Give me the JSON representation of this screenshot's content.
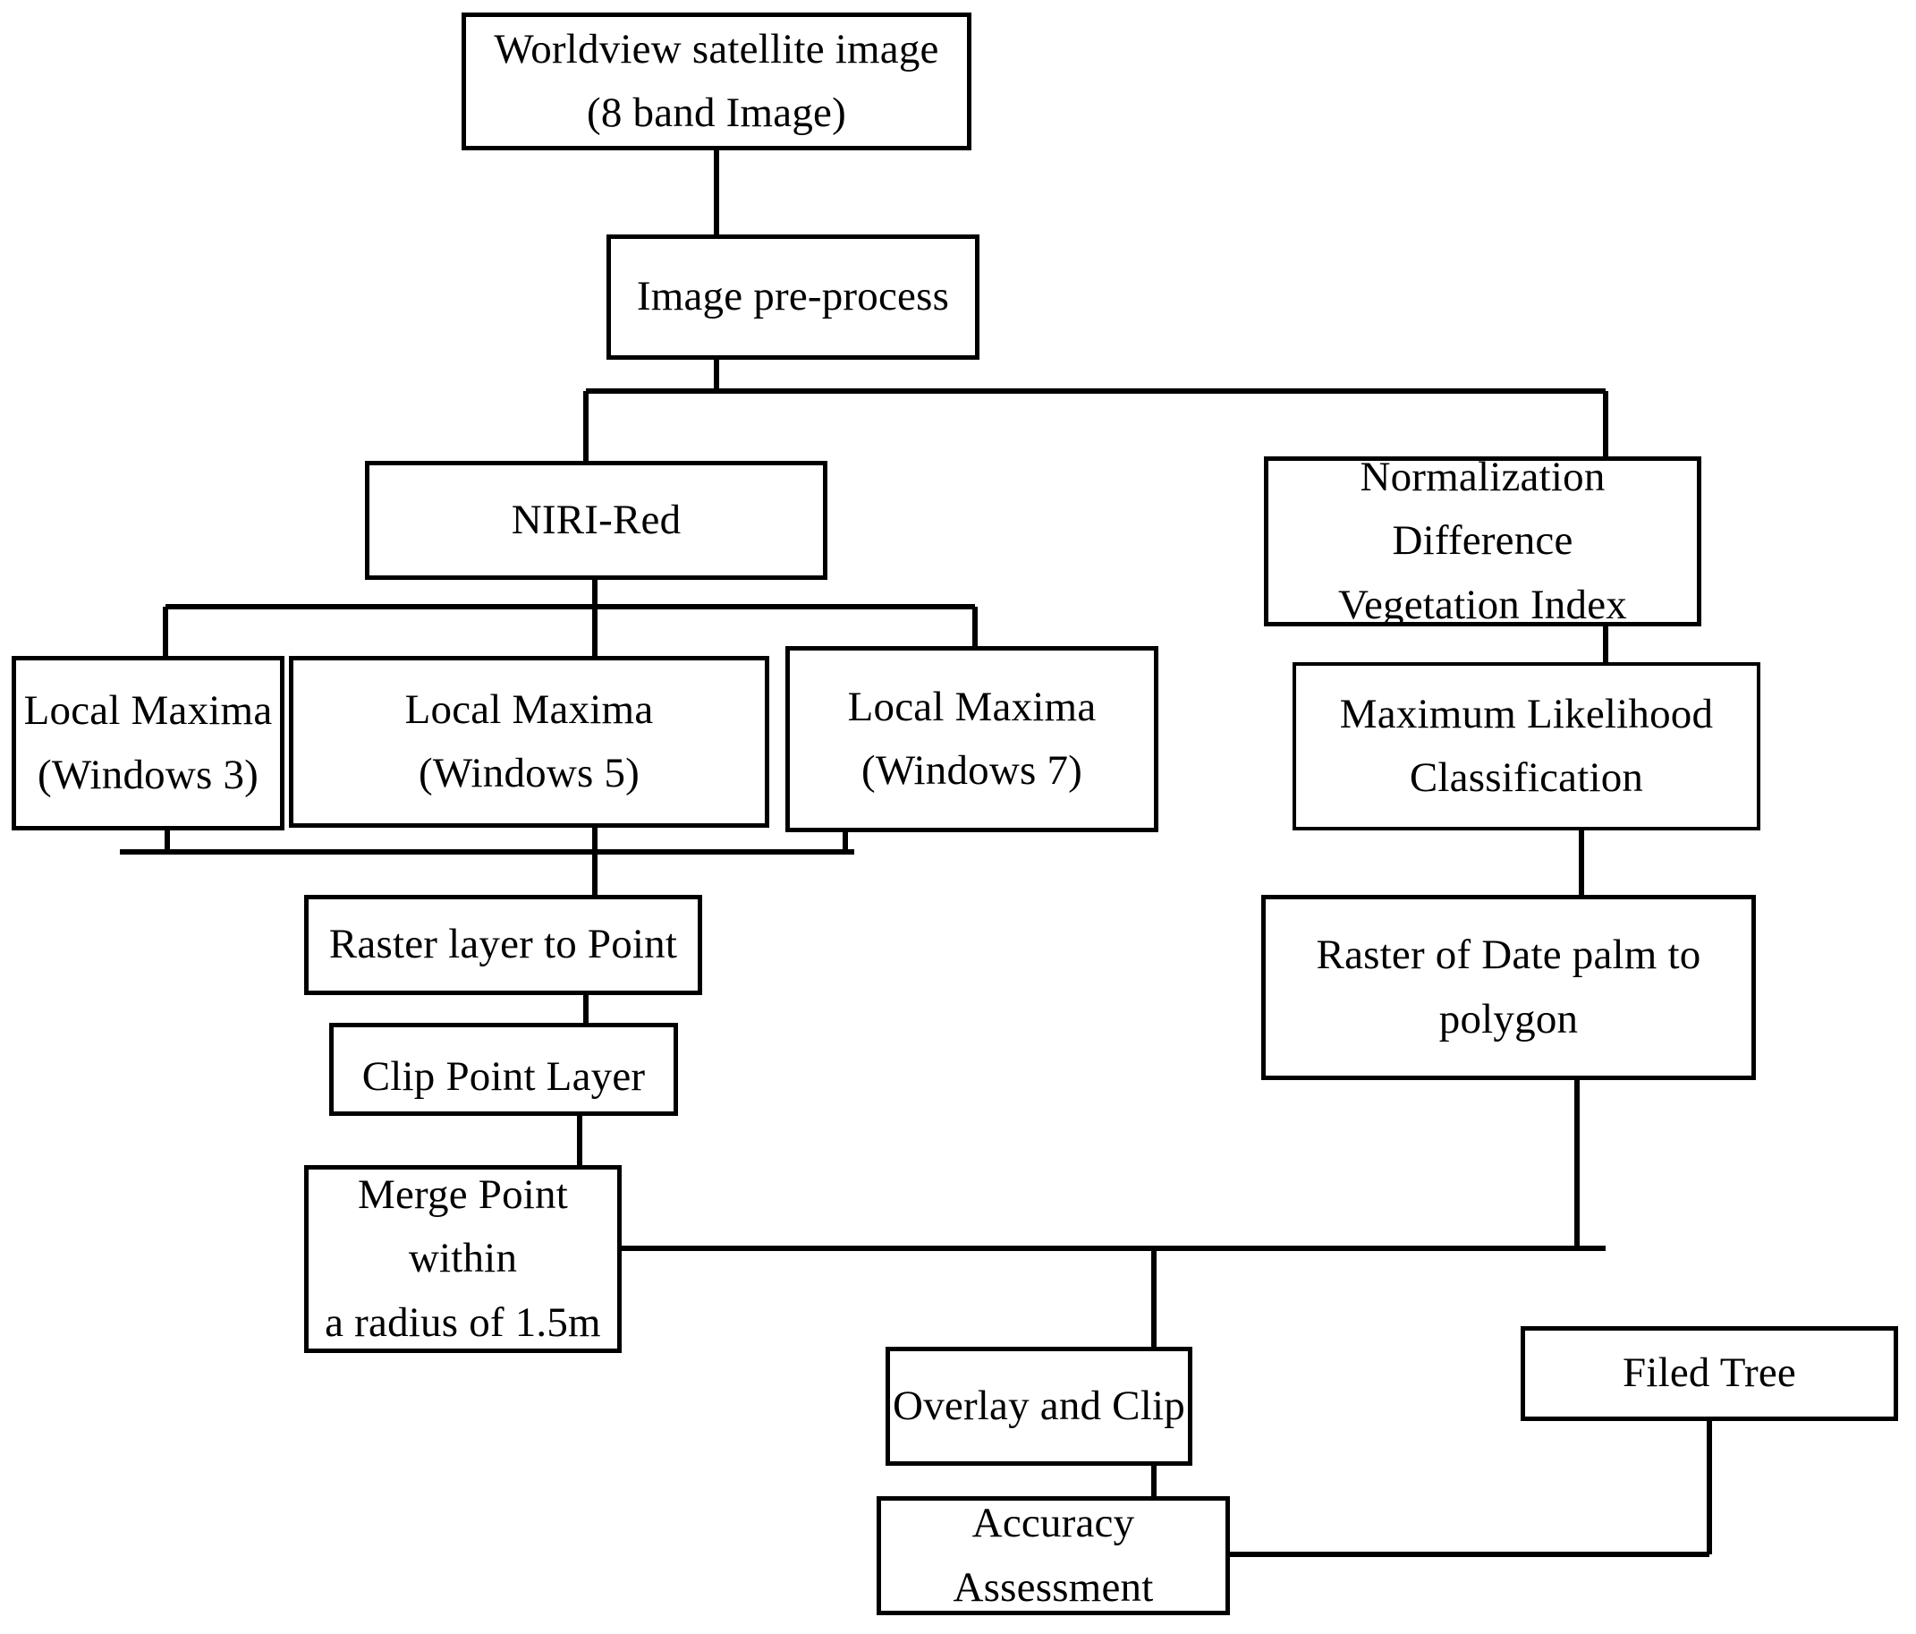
{
  "diagram": {
    "title": "Date palm tree detection workflow",
    "background_color": "#ffffff",
    "line_color": "#000000",
    "text_color": "#000000"
  },
  "nodes": {
    "source_image": {
      "line1": "Worldview satellite image",
      "line2": "(8 band Image)"
    },
    "preprocess": {
      "line1": "Image pre-process",
      "line2": ""
    },
    "niri_red": {
      "line1": "NIRI-Red",
      "line2": ""
    },
    "ndvi": {
      "line1": "Normalization Difference",
      "line2": "Vegetation Index"
    },
    "local_maxima_3": {
      "line1": "Local Maxima",
      "line2": "(Windows 3)"
    },
    "local_maxima_5": {
      "line1": "Local Maxima",
      "line2": "(Windows 5)"
    },
    "local_maxima_7": {
      "line1": "Local Maxima",
      "line2": "(Windows 7)"
    },
    "mlc": {
      "line1": "Maximum Likelihood",
      "line2": "Classification"
    },
    "raster_layer_to_point": {
      "line1": "Raster layer to Point",
      "line2": ""
    },
    "raster_date_palm_polygon": {
      "line1": "Raster of Date palm to",
      "line2": "polygon"
    },
    "clip_point_layer": {
      "line1": "Clip Point Layer",
      "line2": ""
    },
    "merge_point": {
      "line1": "Merge Point within",
      "line2": "a radius of 1.5m"
    },
    "overlay_and_clip": {
      "line1": "Overlay and Clip",
      "line2": ""
    },
    "filed_tree": {
      "line1": "Filed Tree",
      "line2": ""
    },
    "accuracy_assessment": {
      "line1": "Accuracy Assessment",
      "line2": ""
    }
  }
}
